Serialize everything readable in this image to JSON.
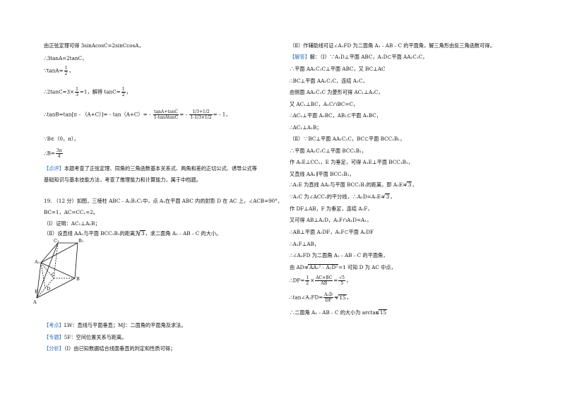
{
  "left": {
    "l1": "由正弦定理可得 3sinAcosC=2sinCcosA，",
    "l2": "∴3tanA=2tanC，",
    "l3a": "∵tanA=",
    "l3n": "1",
    "l3d": "2",
    "l3b": "，",
    "l4a": "∴2tanC=3×",
    "l4n": "1",
    "l4d": "3",
    "l4b": "=1，解得 tanC=",
    "l4n2": "1",
    "l4d2": "2",
    "l4c": "，",
    "l5a": "∴tanB=tan[π﹣（A+C）]=﹣tan（A+C）=﹣",
    "l5n": "tanA+tanC",
    "l5d": "1-tanAtanC",
    "l5eq": "=﹣",
    "l5n2": "1/3+1/2",
    "l5d2": "1-1/3×1/2",
    "l5c": "=﹣1，",
    "l6": "∵B∈（0，π），",
    "l7a": "∴B=",
    "l7n": "3π",
    "l7d": "4",
    "dianping_tag": "点评",
    "dianping1": "本题考查了正弦定理、同角的三角函数基本关系式、两角和差的正切公式、诱导公式等",
    "dianping2": "基础知识与基本技能方法，考查了推理能力和计算能力，属于中档题。",
    "q19_1": "19.  （12 分）如图，三棱柱 ABC﹣A₁B₁C₁中，点 A₁在平面 ABC 内的射影 D 在 AC 上，∠ACB=90°，",
    "q19_2": "BC=1，AC=CC₁=2。",
    "q19_3": "（Ⅰ）证明：AC₁⊥A₁B；",
    "q19_4a": "（Ⅱ）设直线 AA₁与平面 BCC₁B₁的距离为",
    "q19_4s": "3",
    "q19_4b": "，求二面角 A₁﹣AB﹣C 的大小。",
    "kaodian_tag": "考点",
    "kaodian": "LW：直线与平面垂直；MJ：二面角的平面角及求法。",
    "zhuanti_tag": "专题",
    "zhuanti": "5F：空间位置关系与距离。",
    "fenxi_tag": "分析",
    "fenxi": "（Ⅰ）由已知数据结合线面垂直的判定和性质可得；"
  },
  "figure": {
    "labels": [
      "C₁",
      "B₁",
      "A₁",
      "C",
      "B",
      "D",
      "E",
      "A"
    ]
  },
  "right": {
    "r1": "（Ⅱ）作辅助线可证∠A₁FD 为二面角 A₁﹣AB﹣C 的平面角，解三角形由反三角函数可得。",
    "jieda_tag": "解答",
    "r2": "解：（Ⅰ）∵A₁D⊥平面 ABC，A₁D⊂平面 AA₁C₁C，",
    "r3": "∴平面 AA₁C₁C⊥平面 ABC，又 BC⊥AC",
    "r4": "∴BC⊥平面 AA₁C₁C，连结 A₁C，",
    "r5": "由侧面 AA₁C₁C 为菱形可得 AC₁⊥A₁C，",
    "r6": "又 AC₁⊥BC，A₁C∩BC=C，",
    "r7": "∴AC₁⊥平面 A₁BC，AB₁⊂平面 A₁BC，",
    "r8": "∴AC₁⊥A₁B；",
    "r9": "（Ⅱ）∵BC⊥平面 AA₁C₁C，BC⊂平面 BCC₁B₁，",
    "r10": "∴平面 AA₁C₁C⊥平面 BCC₁B₁，",
    "r11a": "作 A₁E⊥CC₁，E 为垂足，可得 A₁E⊥平面 BCC₁B₁，",
    "r12": "又直线 AA₁∥平面 BCC₁B₁，",
    "r13a": "∴A₁E 为直线 AA₁与平面 BCC₁B₁的距离，即 A₁E=",
    "r13s": "3",
    "r13b": "，",
    "r14a": "∵A₁C 为∠ACC₁的平分线，∴A₁D=A₁E=",
    "r14s": "3",
    "r14b": "，",
    "r15": "作 DF⊥AB，F 为垂足，连结 A₁F，",
    "r16": "又可得 AB⊥A₁D，A₁F∩A₁D=A₁，",
    "r17": "∴AB⊥平面 A₁DF，A₁F⊂平面 A₁DF",
    "r18": "∴A₁F⊥AB，",
    "r19": "∴∠A₁FD 为二面角 A₁﹣AB﹣C 的平面角，",
    "r20a": "由 AD=",
    "r20s": "AA₁²﹣A₁D²",
    "r20b": "=1 可知 D 为 AC 中点，",
    "r21a": "∴DF=",
    "r21n": "1",
    "r21d": "2",
    "r21b": "×",
    "r21n2": "AC×BC",
    "r21d2": "AB",
    "r21c": "=",
    "r21n3": "√5",
    "r21d3": "5",
    "r21e": "，",
    "r22a": "∴tan∠A₁FD=",
    "r22n": "A₁D",
    "r22d": "DF",
    "r22b": "=",
    "r22s": "15",
    "r22c": "，",
    "r23a": "∴二面角 A₁﹣AB﹣C 的大小为 arctan",
    "r23s": "15"
  }
}
